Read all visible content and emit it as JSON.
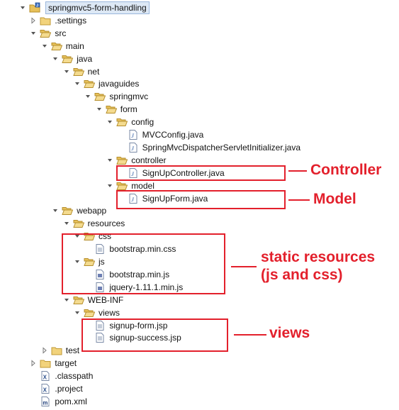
{
  "tree": [
    {
      "label": "springmvc5-form-handling",
      "icon": "project-icon",
      "indent": 0,
      "state": "expanded",
      "root": true
    },
    {
      "label": ".settings",
      "icon": "folder-icon",
      "indent": 1,
      "state": "collapsed"
    },
    {
      "label": "src",
      "icon": "folder-open-icon",
      "indent": 1,
      "state": "expanded"
    },
    {
      "label": "main",
      "icon": "folder-open-icon",
      "indent": 2,
      "state": "expanded"
    },
    {
      "label": "java",
      "icon": "folder-open-icon",
      "indent": 3,
      "state": "expanded"
    },
    {
      "label": "net",
      "icon": "folder-open-icon",
      "indent": 4,
      "state": "expanded"
    },
    {
      "label": "javaguides",
      "icon": "folder-open-icon",
      "indent": 5,
      "state": "expanded"
    },
    {
      "label": "springmvc",
      "icon": "folder-open-icon",
      "indent": 6,
      "state": "expanded"
    },
    {
      "label": "form",
      "icon": "folder-open-icon",
      "indent": 7,
      "state": "expanded"
    },
    {
      "label": "config",
      "icon": "folder-open-icon",
      "indent": 8,
      "state": "expanded"
    },
    {
      "label": "MVCConfig.java",
      "icon": "java-file-icon",
      "indent": 9,
      "state": "leaf"
    },
    {
      "label": "SpringMvcDispatcherServletInitializer.java",
      "icon": "java-file-icon",
      "indent": 9,
      "state": "leaf"
    },
    {
      "label": "controller",
      "icon": "folder-open-icon",
      "indent": 8,
      "state": "expanded"
    },
    {
      "label": "SignUpController.java",
      "icon": "java-file-icon",
      "indent": 9,
      "state": "leaf"
    },
    {
      "label": "model",
      "icon": "folder-open-icon",
      "indent": 8,
      "state": "expanded"
    },
    {
      "label": "SignUpForm.java",
      "icon": "java-file-icon",
      "indent": 9,
      "state": "leaf"
    },
    {
      "label": "webapp",
      "icon": "folder-open-icon",
      "indent": 3,
      "state": "expanded"
    },
    {
      "label": "resources",
      "icon": "folder-open-icon",
      "indent": 4,
      "state": "expanded"
    },
    {
      "label": "css",
      "icon": "folder-open-icon",
      "indent": 5,
      "state": "expanded"
    },
    {
      "label": "bootstrap.min.css",
      "icon": "text-file-icon",
      "indent": 6,
      "state": "leaf"
    },
    {
      "label": "js",
      "icon": "folder-open-icon",
      "indent": 5,
      "state": "expanded"
    },
    {
      "label": "bootstrap.min.js",
      "icon": "js-file-icon",
      "indent": 6,
      "state": "leaf"
    },
    {
      "label": "jquery-1.11.1.min.js",
      "icon": "js-file-icon",
      "indent": 6,
      "state": "leaf"
    },
    {
      "label": "WEB-INF",
      "icon": "folder-open-icon",
      "indent": 4,
      "state": "expanded"
    },
    {
      "label": "views",
      "icon": "folder-open-icon",
      "indent": 5,
      "state": "expanded"
    },
    {
      "label": "signup-form.jsp",
      "icon": "text-file-icon",
      "indent": 6,
      "state": "leaf"
    },
    {
      "label": "signup-success.jsp",
      "icon": "text-file-icon",
      "indent": 6,
      "state": "leaf"
    },
    {
      "label": "test",
      "icon": "folder-icon",
      "indent": 2,
      "state": "collapsed"
    },
    {
      "label": "target",
      "icon": "folder-icon",
      "indent": 1,
      "state": "collapsed"
    },
    {
      "label": ".classpath",
      "icon": "xml-file-icon",
      "indent": 1,
      "state": "leaf"
    },
    {
      "label": ".project",
      "icon": "xml-file-icon",
      "indent": 1,
      "state": "leaf"
    },
    {
      "label": "pom.xml",
      "icon": "maven-file-icon",
      "indent": 1,
      "state": "leaf"
    }
  ],
  "annotations": {
    "controller": "Controller",
    "model": "Model",
    "static_line1": "static resources",
    "static_line2": "(js and css)",
    "views": "views"
  },
  "colors": {
    "annotation": "#e3202c",
    "folder": "#e8c15a",
    "selection": "#dde8f5"
  }
}
